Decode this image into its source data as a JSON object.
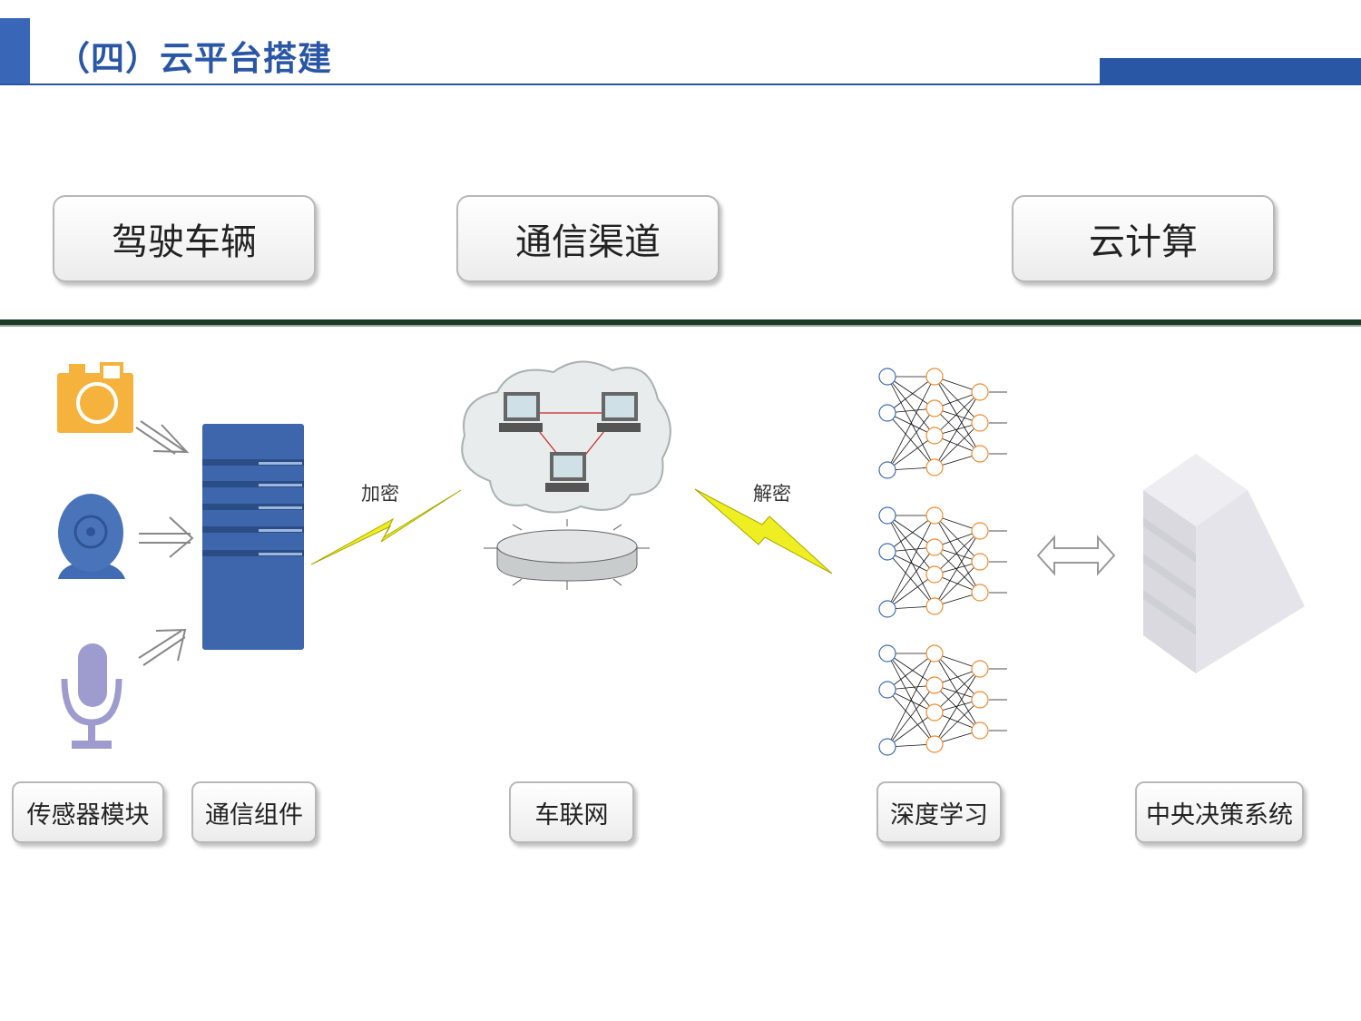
{
  "header": {
    "title": "（四）云平台搭建"
  },
  "top_stages": [
    {
      "label": "驾驶车辆"
    },
    {
      "label": "通信渠道"
    },
    {
      "label": "云计算"
    }
  ],
  "bottom_labels": [
    {
      "label": "传感器模块"
    },
    {
      "label": "通信组件"
    },
    {
      "label": "车联网"
    },
    {
      "label": "深度学习"
    },
    {
      "label": "中央决策系统"
    }
  ],
  "links": {
    "encrypt": "加密",
    "decrypt": "解密"
  },
  "colors": {
    "accent": "#2a56a6",
    "server": "#3d66ac",
    "camera": "#f5b23c",
    "webcam": "#4a74b9",
    "mic": "#9e9ccf",
    "bolt": "#eeee22"
  }
}
